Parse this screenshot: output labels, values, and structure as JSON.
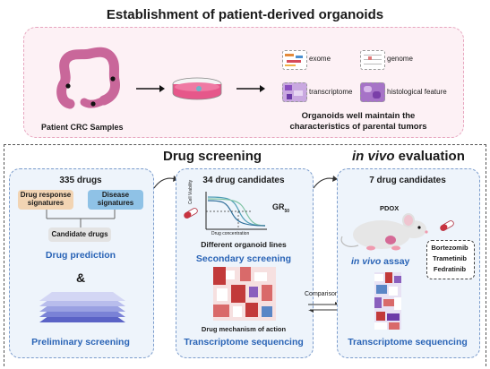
{
  "header": {
    "title": "Establishment of patient-derived organoids"
  },
  "top": {
    "patient_label": "Patient CRC Samples",
    "omics": {
      "exome": "exome",
      "genome": "genome",
      "transcriptome": "transcriptome",
      "histology": "histological feature"
    },
    "conclusion_line1": "Organoids well maintain the",
    "conclusion_line2": "characteristics of parental tumors"
  },
  "sections": {
    "drug_screening": "Drug screening",
    "in_vivo_italic": "in vivo",
    "in_vivo_rest": " evaluation"
  },
  "left_panel": {
    "count": "335 drugs",
    "box1": "Drug response signatures",
    "box2": "Disease signatures",
    "box3": "Candidate drugs",
    "drug_prediction": "Drug prediction",
    "amp": "&",
    "preliminary": "Preliminary screening"
  },
  "mid_panel": {
    "count": "34 drug candidates",
    "y_axis": "Cell Viability",
    "x_axis": "Drug concentration",
    "gr_label": "GR",
    "gr_sub": "50",
    "organoid_lines": "Different organoid lines",
    "secondary": "Secondary screening",
    "mechanism": "Drug mechanism of action",
    "transcriptome": "Transcriptome sequencing"
  },
  "comparison": "Comparison",
  "right_panel": {
    "count": "7 drug candidates",
    "pdox": "PDOX",
    "assay_italic": "in vivo",
    "assay_rest": " assay",
    "drugs": [
      "Bortezomib",
      "Trametinib",
      "Fedratinib"
    ],
    "transcriptome": "Transcriptome sequencing"
  },
  "colors": {
    "pink_bg": "#fdf1f5",
    "blue_bg": "#eef4fb",
    "accent_blue": "#2a64b6",
    "organ_pink": "#c9679a"
  }
}
